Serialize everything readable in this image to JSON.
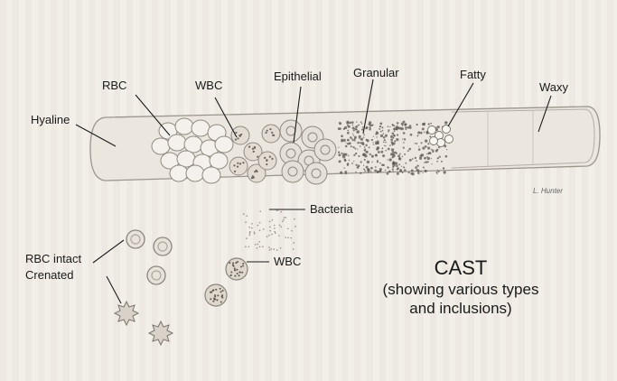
{
  "labels": {
    "hyaline": "Hyaline",
    "rbc": "RBC",
    "wbc": "WBC",
    "epithelial": "Epithelial",
    "granular": "Granular",
    "fatty": "Fatty",
    "waxy": "Waxy",
    "bacteria": "Bacteria",
    "rbc_intact": "RBC intact",
    "crenated": "Crenated",
    "wbc_loose": "WBC"
  },
  "title": {
    "main": "CAST",
    "line1": "(showing various types",
    "line2": "and inclusions)"
  },
  "signature": "L. Hunter",
  "colors": {
    "background": "#f2efe9",
    "ink": "#1a1a1a",
    "cast_fill": "#ebe7df",
    "granule": "#5a5550"
  }
}
